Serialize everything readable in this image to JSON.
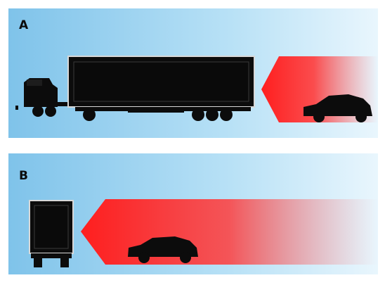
{
  "panels": [
    {
      "label": "A",
      "following_vehicle": "truck-with-trailer",
      "leading_vehicle": "car",
      "danger_zone_color": "#ff1e1e"
    },
    {
      "label": "B",
      "following_vehicle": "truck-rear-view",
      "leading_vehicle": "car",
      "danger_zone_color": "#ff1e1e"
    }
  ],
  "colors": {
    "sky_left": "#7fc3ea",
    "sky_right": "#e9f6fd",
    "vehicle": "#0c0c0c",
    "danger_zone": "#ff1e1e"
  }
}
